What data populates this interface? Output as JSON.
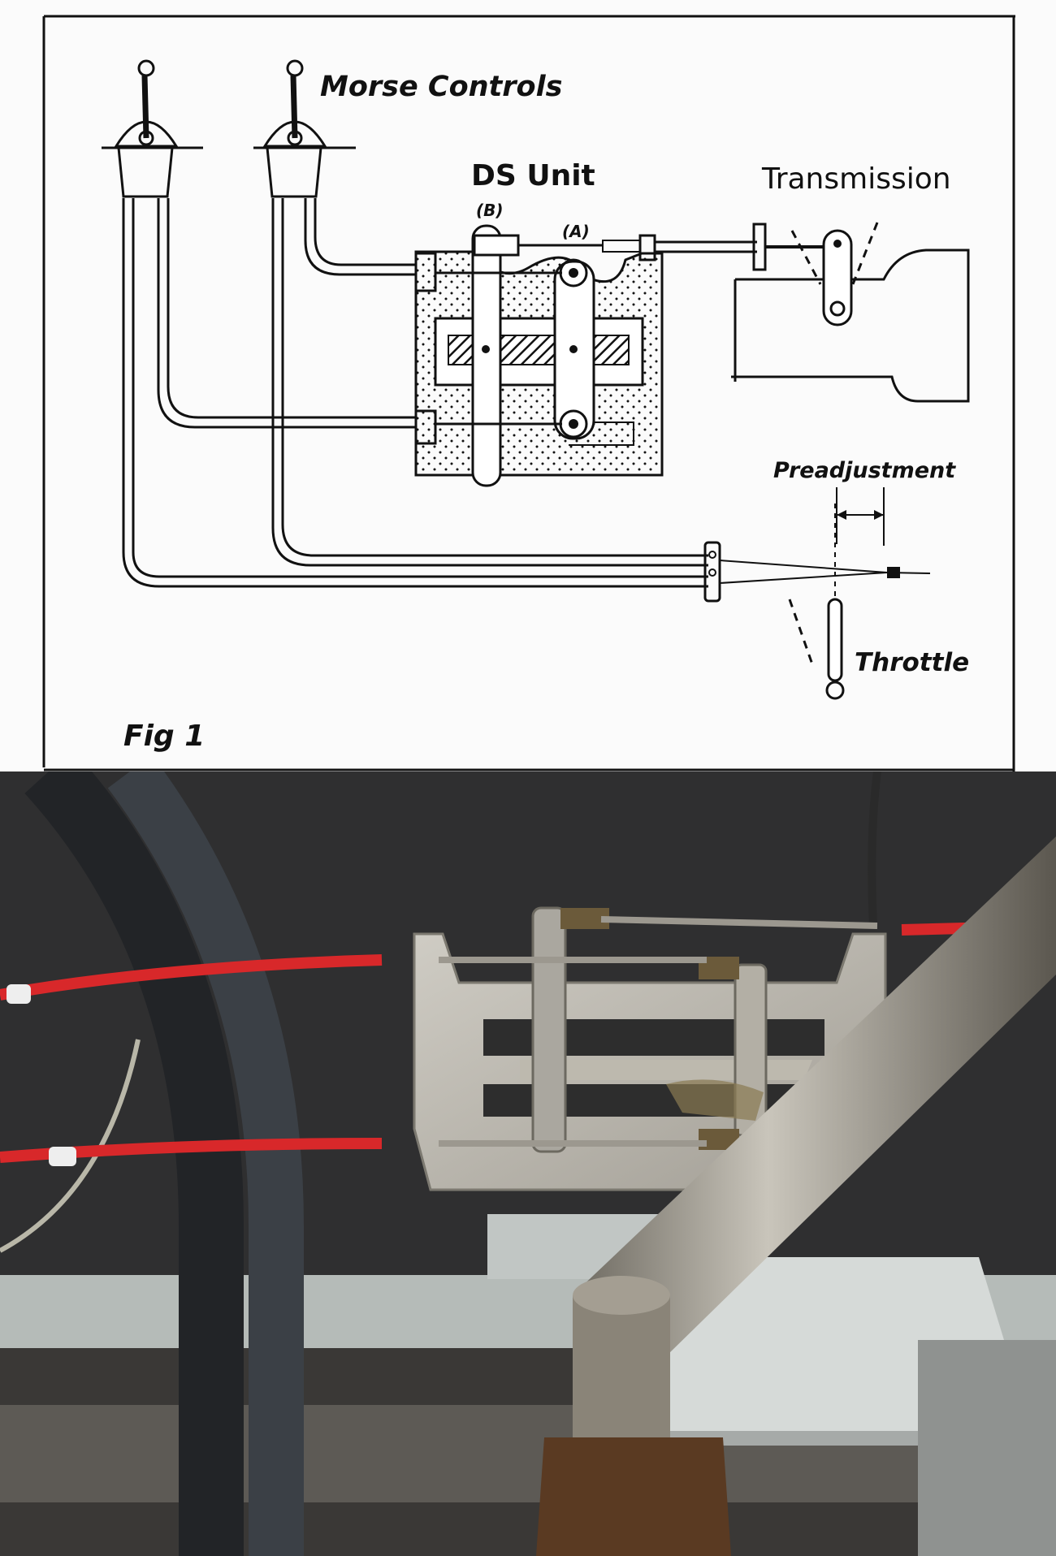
{
  "diagram": {
    "labels": {
      "morse_controls": "Morse Controls",
      "ds_unit": "DS Unit",
      "transmission": "Transmission",
      "label_b": "(B)",
      "label_a": "(A)",
      "preadjustment": "Preadjustment",
      "throttle": "Throttle",
      "figure": "Fig 1"
    }
  },
  "photo": {
    "cable_color": "#d8282a",
    "plate_color": "#b9b6ad",
    "pipe_color": "#a9a59c"
  }
}
